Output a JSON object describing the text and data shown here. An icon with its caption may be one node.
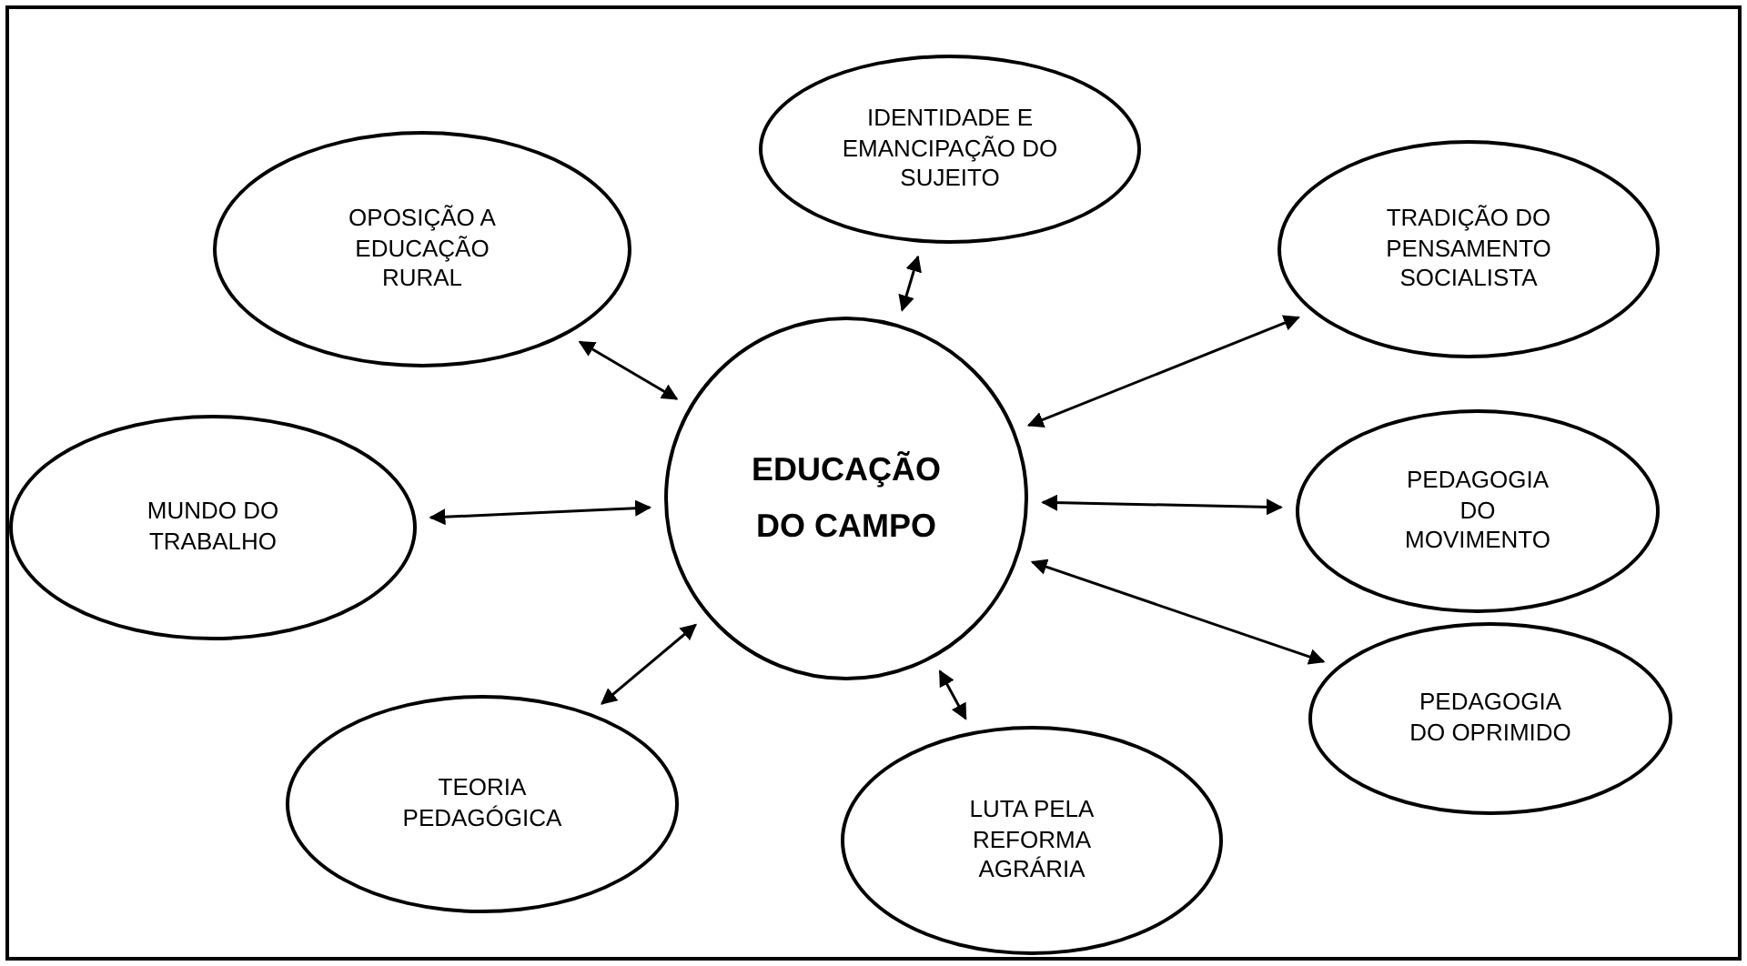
{
  "diagram": {
    "nodes": [
      {
        "text": [
          "IDENTIDADE E EMANCIPAÇÃO DO SUJEITO"
        ]
      },
      {
        "text": [
          "OPOSIÇÃO A EDUCAÇÃO RURAL"
        ]
      },
      {
        "text": [
          "TRADIÇÃO DO PENSAMENTO SOCIALISTA"
        ]
      },
      {
        "text": [
          "EDUCAÇÃO DO CAMPO"
        ]
      },
      {
        "text": [
          "MUNDO DO TRABALHO"
        ]
      },
      {
        "text": [
          "PEDAGOGIA DO MOVIMENTO"
        ]
      },
      {
        "text": [
          "PEDAGOGIA DO OPRIMIDO"
        ]
      },
      {
        "text": [
          "TEORIA PEDAGÓGICA"
        ]
      },
      {
        "text": [
          "LUTA PELA REFORMA AGRÁRIA"
        ]
      }
    ],
    "edges": [
      {
        "from": 3,
        "to": 0,
        "arrow": "both"
      },
      {
        "from": 3,
        "to": 1,
        "arrow": "both"
      },
      {
        "from": 3,
        "to": 2,
        "arrow": "both"
      },
      {
        "from": 3,
        "to": 4,
        "arrow": "both"
      },
      {
        "from": 3,
        "to": 5,
        "arrow": "both"
      },
      {
        "from": 3,
        "to": 6,
        "arrow": "both"
      },
      {
        "from": 3,
        "to": 7,
        "arrow": "both"
      },
      {
        "from": 3,
        "to": 8,
        "arrow": "both"
      }
    ]
  }
}
